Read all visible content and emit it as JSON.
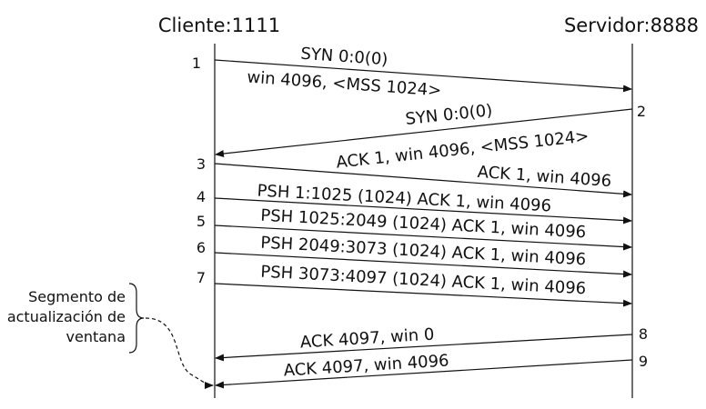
{
  "client": {
    "label": "Cliente:1111"
  },
  "server": {
    "label": "Servidor:8888"
  },
  "messages": [
    {
      "num": "1",
      "from": "client",
      "lines": [
        "SYN 0:0(0)",
        "win 4096, <MSS 1024>"
      ]
    },
    {
      "num": "2",
      "from": "server",
      "lines": [
        "SYN 0:0(0)",
        "ACK 1, win 4096, <MSS 1024>"
      ]
    },
    {
      "num": "3",
      "from": "client",
      "lines": [
        "ACK 1, win 4096"
      ]
    },
    {
      "num": "4",
      "from": "client",
      "lines": [
        "PSH 1:1025 (1024) ACK 1, win 4096"
      ]
    },
    {
      "num": "5",
      "from": "client",
      "lines": [
        "PSH 1025:2049 (1024) ACK 1, win 4096"
      ]
    },
    {
      "num": "6",
      "from": "client",
      "lines": [
        "PSH 2049:3073 (1024) ACK 1, win 4096"
      ]
    },
    {
      "num": "7",
      "from": "client",
      "lines": [
        "PSH 3073:4097 (1024) ACK 1, win 4096"
      ]
    },
    {
      "num": "8",
      "from": "server",
      "lines": [
        "ACK 4097, win 0"
      ]
    },
    {
      "num": "9",
      "from": "server",
      "lines": [
        "ACK 4097, win 4096"
      ]
    }
  ],
  "annotation": {
    "lines": [
      "Segmento de",
      "actualización de",
      "ventana"
    ]
  }
}
